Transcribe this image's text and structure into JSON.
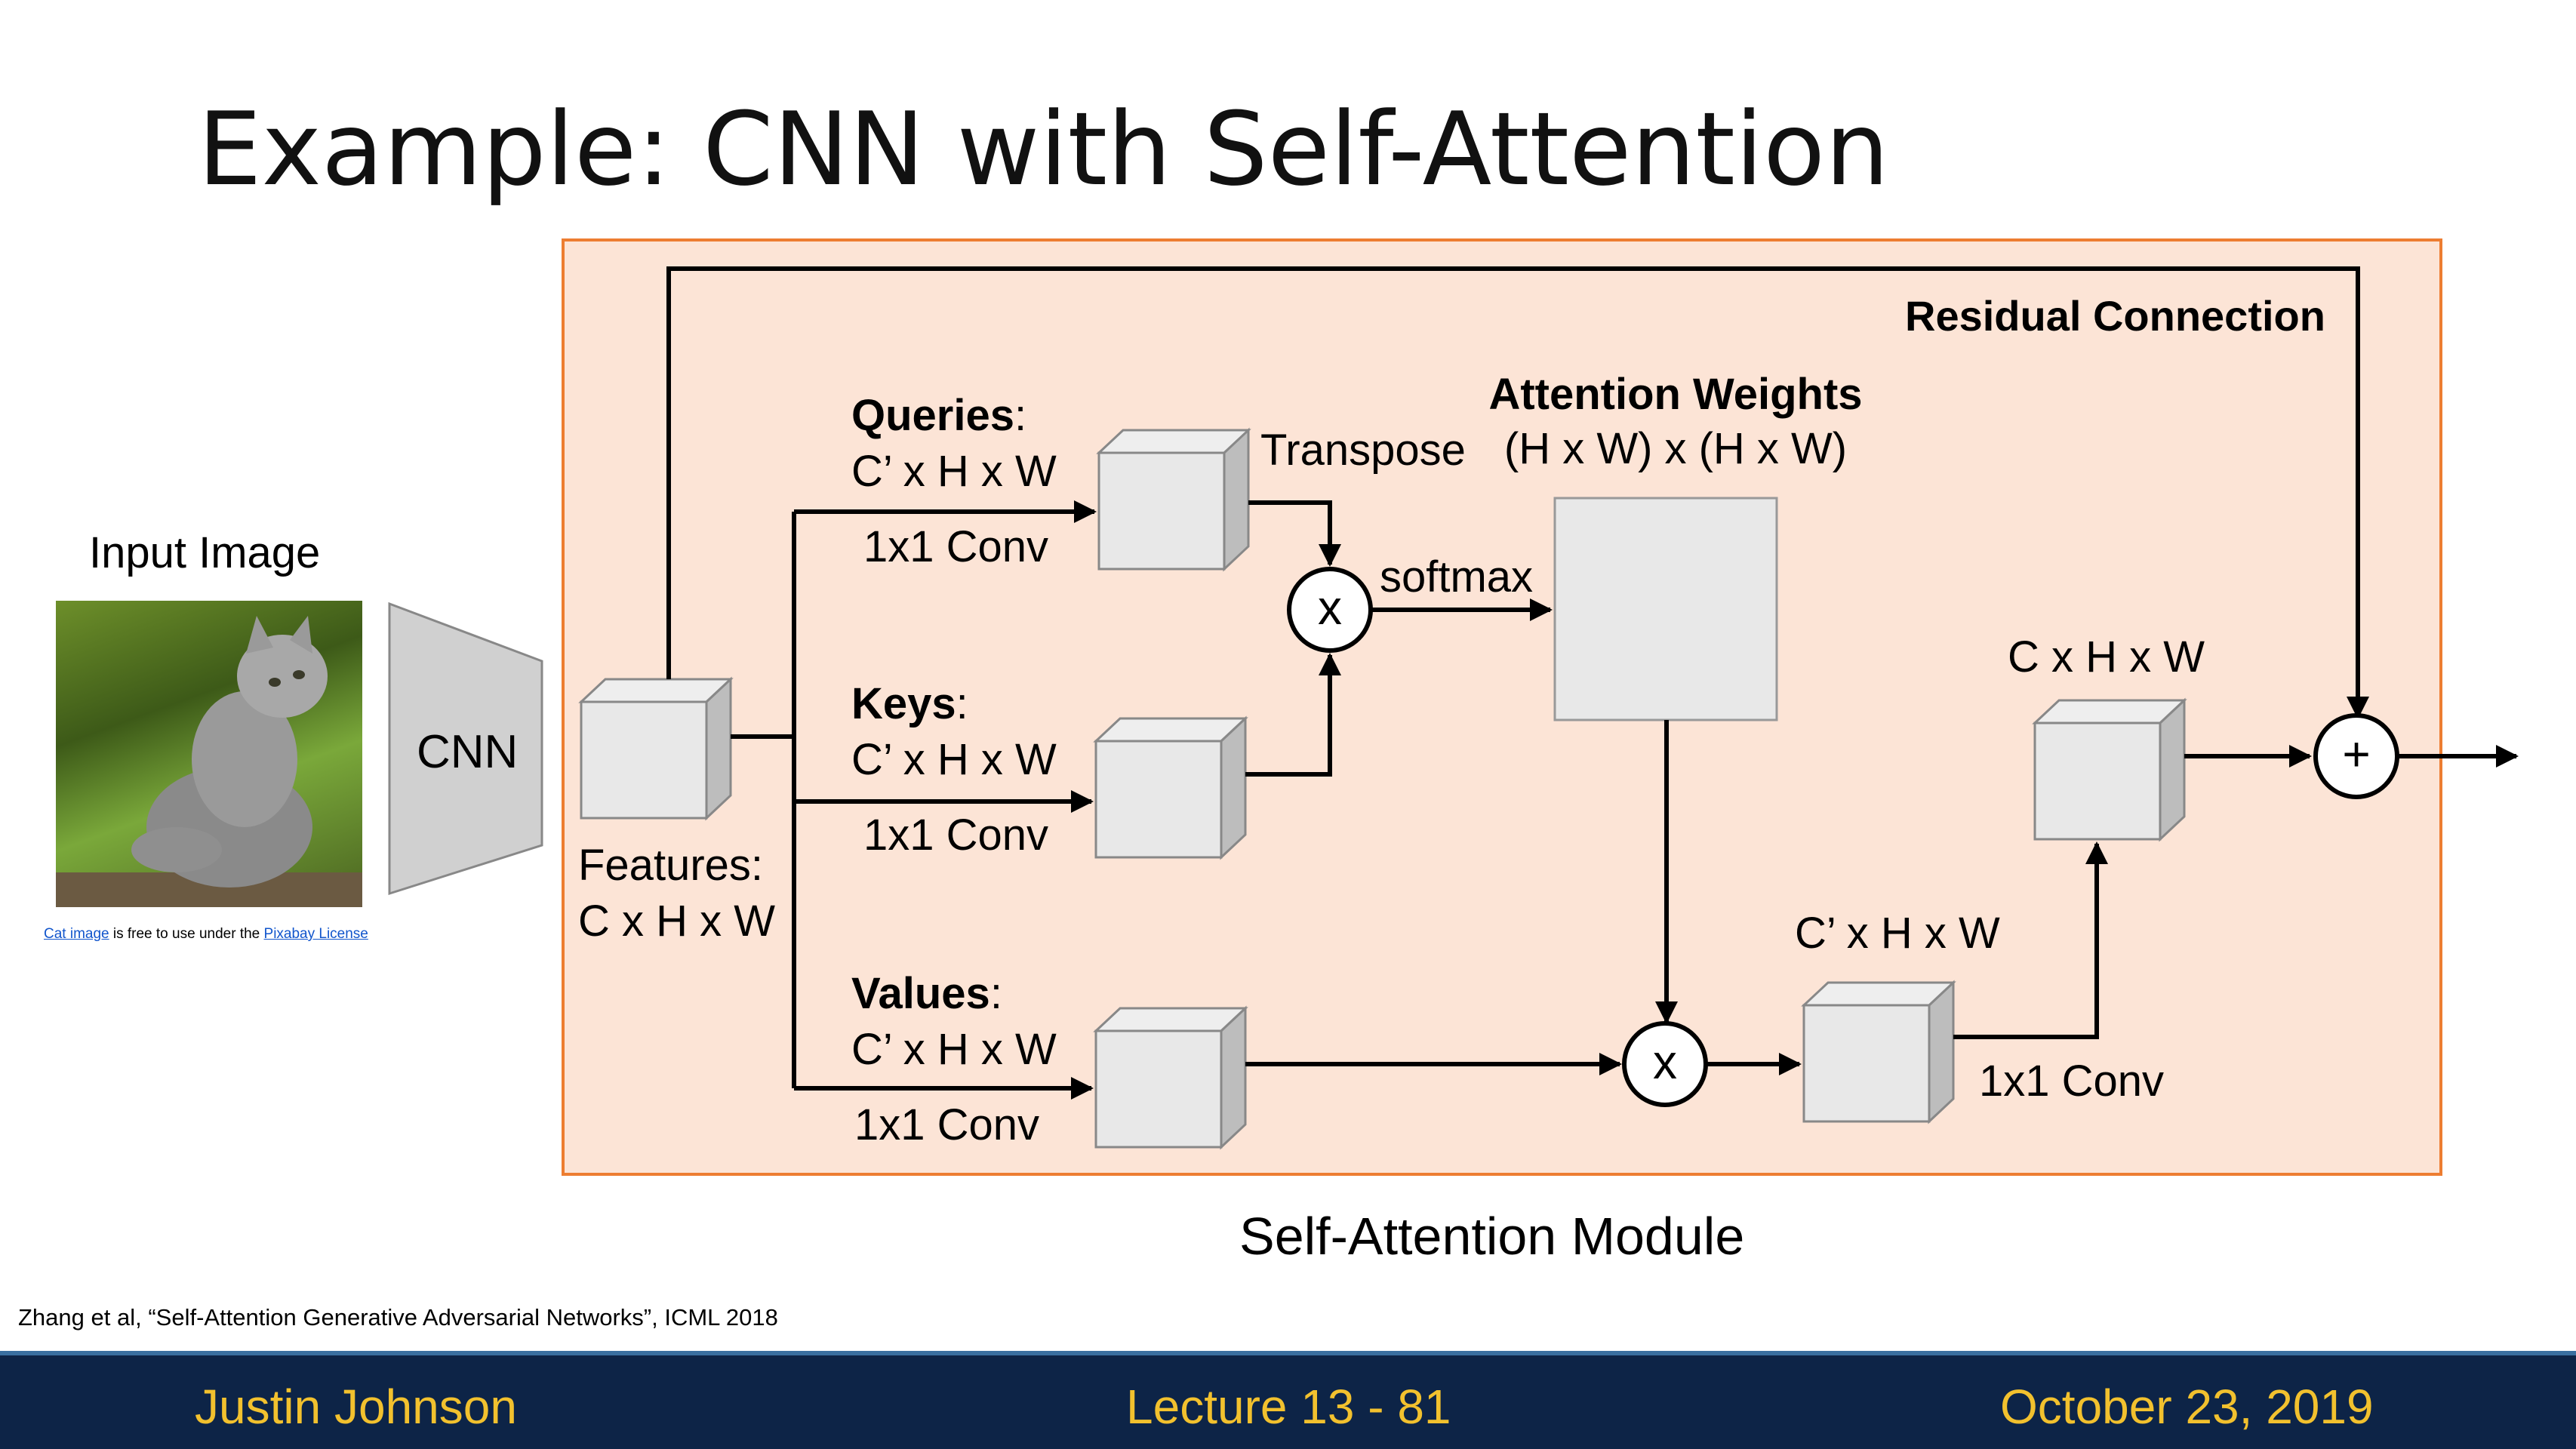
{
  "title": "Example: CNN with Self-Attention",
  "input": {
    "label": "Input Image",
    "credit_link_1": "Cat image",
    "credit_text": " is free to use under the ",
    "credit_link_2": "Pixabay License"
  },
  "cnn_label": "CNN",
  "features": {
    "line1": "Features:",
    "line2": "C x H x W"
  },
  "module_label": "Self-Attention Module",
  "residual_label": "Residual Connection",
  "queries": {
    "name": "Queries",
    "colon": ":",
    "shape": "C’ x H x W",
    "conv": "1x1 Conv"
  },
  "keys": {
    "name": "Keys",
    "colon": ":",
    "shape": "C’ x H x W",
    "conv": "1x1 Conv"
  },
  "values": {
    "name": "Values",
    "colon": ":",
    "shape": "C’ x H x W",
    "conv": "1x1 Conv"
  },
  "transpose_label": "Transpose",
  "softmax_label": "softmax",
  "attention": {
    "title": "Attention Weights",
    "shape": "(H x W) x (H x W)"
  },
  "multiply_symbol": "x",
  "add_symbol": "+",
  "mid_output_shape": "C’ x H x W",
  "final_shape": "C x H x W",
  "final_conv": "1x1 Conv",
  "citation": "Zhang et al, “Self-Attention Generative Adversarial Networks”, ICML 2018",
  "footer": {
    "author": "Justin Johnson",
    "lecture": "Lecture 13 - 81",
    "date": "October 23, 2019"
  },
  "colors": {
    "module_bg": "#fce4d6",
    "module_border": "#ed7d31",
    "footer_bg": "#0d2447",
    "footer_text": "#f2c12e"
  }
}
